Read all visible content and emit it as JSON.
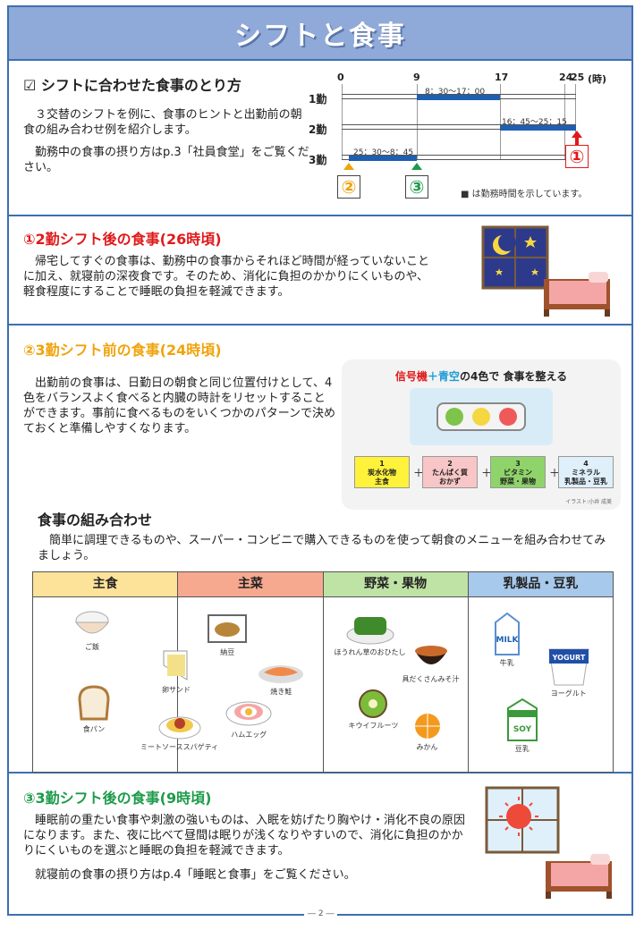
{
  "title": "シフトと食事",
  "shift_section": {
    "heading_icon": "☑",
    "heading": "シフトに合わせた食事のとり方",
    "para1": "３交替のシフトを例に、食事のヒントと出勤前の朝食の組み合わせ例を紹介します。",
    "para2": "勤務中の食事の摂り方はp.3「社員食堂」をご覧ください。",
    "timeline": {
      "hours": [
        "0",
        "9",
        "17",
        "24",
        "25"
      ],
      "unit": "(時)",
      "rows": [
        {
          "label": "1勤",
          "range": "8：30〜17：00"
        },
        {
          "label": "2勤",
          "range": "16：45〜25：15"
        },
        {
          "label": "3勤",
          "range": "25：30〜8：45"
        }
      ],
      "markers": [
        "①",
        "②",
        "③"
      ],
      "legend": "■ は勤務時間を示しています。"
    }
  },
  "section1": {
    "heading": "①2勤シフト後の食事(26時頃)",
    "text": "帰宅してすぐの食事は、勤務中の食事からそれほど時間が経っていないことに加え、就寝前の深夜食です。そのため、消化に負担のかかりにくいものや、軽食程度にすることで睡眠の負担を軽減できます。"
  },
  "section2": {
    "heading": "②3勤シフト前の食事(24時頃)",
    "text": "出勤前の食事は、日勤日の朝食と同じ位置付けとして、4色をバランスよく食べると内臓の時計をリセットすることができます。事前に食べるものをいくつかのパターンで決めておくと準備しやすくなります。",
    "signal": {
      "title_a": "信号機",
      "title_plus": "＋",
      "title_b": "青空",
      "title_c": "の4色で 食事を整える",
      "categories": [
        {
          "num": "1",
          "name": "炭水化物",
          "sub": "主食"
        },
        {
          "num": "2",
          "name": "たんぱく質",
          "sub": "おかず"
        },
        {
          "num": "3",
          "name": "ビタミン",
          "sub": "野菜・果物"
        },
        {
          "num": "4",
          "name": "ミネラル",
          "sub": "乳製品・豆乳"
        }
      ],
      "plus": "＋",
      "credit": "イラスト:小井 成美"
    },
    "combo_heading": "食事の組み合わせ",
    "combo_text": "簡単に調理できるものや、スーパー・コンビニで購入できるものを使って朝食のメニューを組み合わせてみましょう。",
    "table_headers": [
      "主食",
      "主菜",
      "野菜・果物",
      "乳製品・豆乳"
    ],
    "foods": {
      "staple": [
        "ご飯",
        "食パン",
        "ミートソーススパゲティ",
        "卵サンド"
      ],
      "main": [
        "納豆",
        "焼き鮭",
        "ハムエッグ"
      ],
      "veg": [
        "ほうれん草のおひたし",
        "具だくさんみそ汁",
        "キウイフルーツ",
        "みかん"
      ],
      "dairy": [
        "牛乳",
        "ヨーグルト",
        "豆乳"
      ]
    },
    "package_text": {
      "milk": "MILK",
      "yogurt": "YOGURT",
      "soy": "SOY"
    }
  },
  "section3": {
    "heading": "③3勤シフト後の食事(9時頃)",
    "text": "睡眠前の重たい食事や刺激の強いものは、入眠を妨げたり胸やけ・消化不良の原因になります。また、夜に比べて昼間は眠りが浅くなりやすいので、消化に負担のかかりにくいものを選ぶと睡眠の負担を軽減できます。",
    "text2": "就寝前の食事の摂り方はp.4「睡眠と食事」をご覧ください。"
  },
  "page_number": "― 2 ―",
  "colors": {
    "frame": "#3d6fb0",
    "title_bg": "#8fa9d9",
    "bar": "#1f5fb0",
    "red": "#e0191a",
    "orange": "#f0a30a",
    "green": "#1d9b4a"
  }
}
